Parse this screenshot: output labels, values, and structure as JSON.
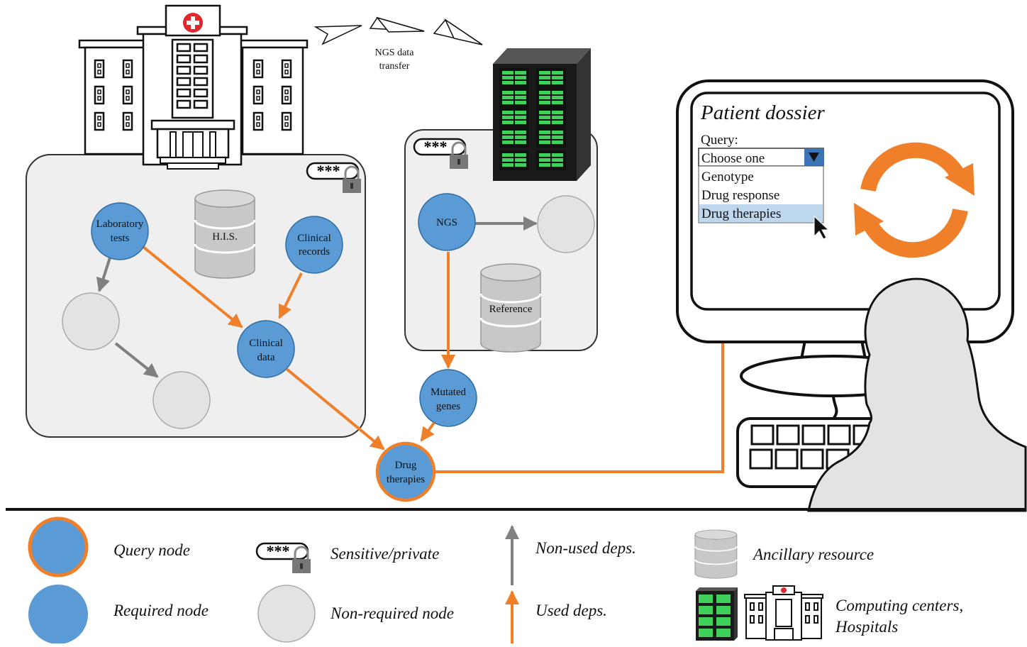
{
  "colors": {
    "required_fill": "#5b9bd5",
    "query_border": "#f07f2a",
    "non_required_fill": "#e3e3e3",
    "used_arrow": "#f07f2a",
    "unused_arrow": "#808080",
    "panel_fill": "#efefef",
    "server_green": "#3fd15a",
    "highlight": "#bcd7ee"
  },
  "transfer": {
    "line1": "NGS data",
    "line2": "transfer"
  },
  "lock": {
    "text": "***"
  },
  "hospital_box": {
    "nodes": {
      "lab_tests": {
        "line1": "Laboratory",
        "line2": "tests"
      },
      "clinical_records": {
        "line1": "Clinical",
        "line2": "records"
      },
      "clinical_data": {
        "line1": "Clinical",
        "line2": "data"
      }
    },
    "his_label": "H.I.S."
  },
  "compute_box": {
    "ngs": "NGS",
    "reference_label": "Reference"
  },
  "mutated_genes": {
    "line1": "Mutated",
    "line2": "genes"
  },
  "drug_therapies": {
    "line1": "Drug",
    "line2": "therapies"
  },
  "monitor": {
    "title": "Patient dossier",
    "query_label": "Query:",
    "dropdown_value": "Choose one",
    "options": [
      "Genotype",
      "Drug response",
      "Drug therapies"
    ],
    "selected_option": "Drug therapies",
    "refresh_icon": "refresh-icon"
  },
  "legend": {
    "query_node": "Query node",
    "required_node": "Required node",
    "sensitive": "Sensitive/private",
    "non_required_node": "Non-required node",
    "non_used_deps": "Non-used deps.",
    "used_deps": "Used deps.",
    "ancillary": "Ancillary resource",
    "computing_line1": "Computing centers,",
    "computing_line2": "Hospitals"
  }
}
